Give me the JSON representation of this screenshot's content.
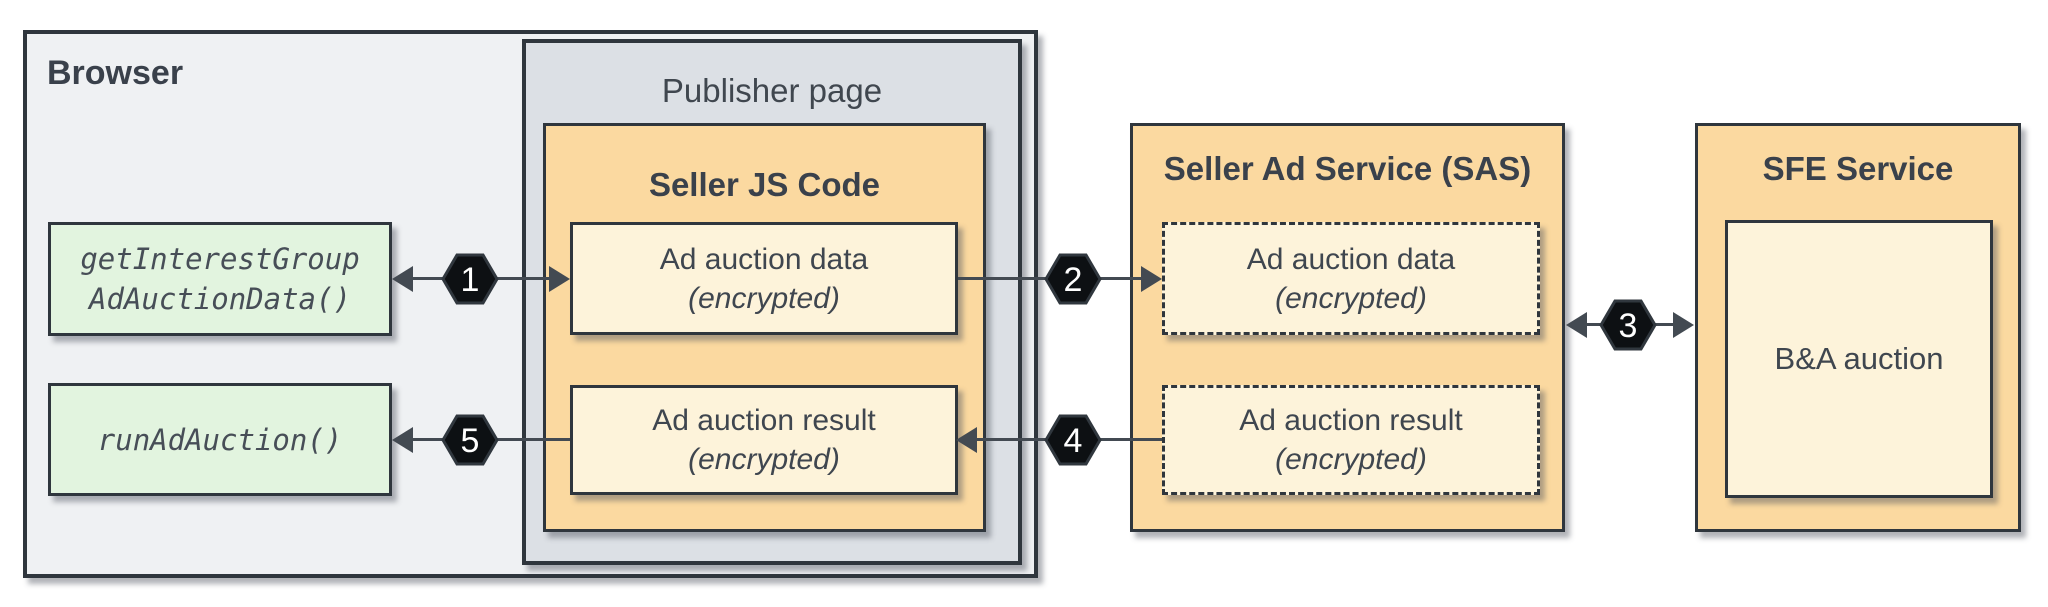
{
  "colors": {
    "box_border": "#2f363d",
    "connector": "#434a52",
    "browser_fill": "#eff1f3",
    "publisher_fill": "#dce0e5",
    "service_fill": "#fbd9a0",
    "payload_fill": "#fdf3da",
    "api_fill": "#e2f4df",
    "step_badge_fill": "#0d1013",
    "step_badge_text": "#ffffff",
    "text": "#3f464f"
  },
  "browser": {
    "label": "Browser",
    "apis": [
      {
        "line1": "getInterestGroup",
        "line2": "AdAuctionData()"
      },
      {
        "line1": "runAdAuction()",
        "line2": ""
      }
    ]
  },
  "publisher_page": {
    "label": "Publisher page",
    "seller_js": {
      "title": "Seller JS Code",
      "boxes": [
        {
          "line1": "Ad auction data",
          "line2": "(encrypted)"
        },
        {
          "line1": "Ad auction result",
          "line2": "(encrypted)"
        }
      ]
    }
  },
  "sas": {
    "title": "Seller Ad Service (SAS)",
    "boxes": [
      {
        "line1": "Ad auction data",
        "line2": "(encrypted)"
      },
      {
        "line1": "Ad auction result",
        "line2": "(encrypted)"
      }
    ]
  },
  "sfe": {
    "title": "SFE Service",
    "box_label": "B&A auction"
  },
  "steps": [
    "1",
    "2",
    "3",
    "4",
    "5"
  ]
}
